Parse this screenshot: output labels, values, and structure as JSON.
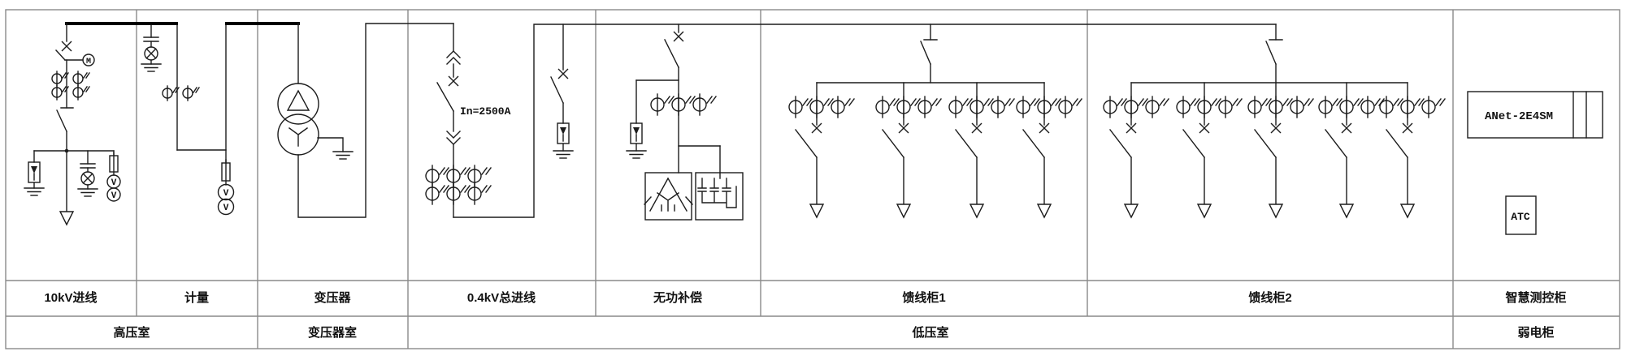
{
  "drawing": {
    "columns": [
      {
        "label": "10kV进线"
      },
      {
        "label": "计量"
      },
      {
        "label": "变压器"
      },
      {
        "label": "0.4kV总进线"
      },
      {
        "label": "无功补偿"
      },
      {
        "label": "馈线柜1"
      },
      {
        "label": "馈线柜2"
      },
      {
        "label": "智慧测控柜"
      }
    ],
    "rooms": [
      {
        "label": "高压室"
      },
      {
        "label": "变压器室"
      },
      {
        "label": "低压室"
      },
      {
        "label": "弱电柜"
      }
    ],
    "annotations": {
      "main_breaker_current": "In=2500A",
      "gateway_model": "ANet-2E4SM",
      "atc_label": "ATC",
      "motor_label": "M",
      "voltmeter_label": "V"
    },
    "colors": {
      "line": "#1c1c1c",
      "grid": "#8a8a8a",
      "bus": "#000000",
      "background": "#ffffff"
    }
  }
}
